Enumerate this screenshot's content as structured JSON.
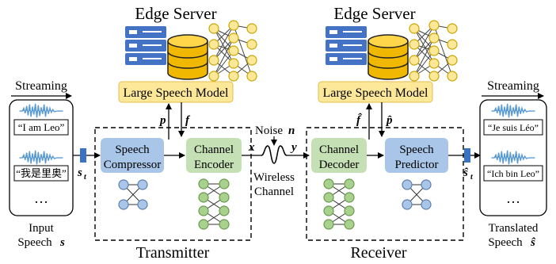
{
  "edge_server_left": "Edge Server",
  "edge_server_right": "Edge Server",
  "large_model_left": "Large Speech Model",
  "large_model_right": "Large Speech Model",
  "streaming_left": "Streaming",
  "streaming_right": "Streaming",
  "input_utterances": [
    "“I am Leo”",
    "“我是里奥”"
  ],
  "output_utterances": [
    "“Je suis Léo”",
    "“Ich bin Leo”"
  ],
  "ellipsis": "…",
  "input_caption": [
    "Input",
    "Speech"
  ],
  "input_symbol": "s",
  "output_caption": [
    "Translated",
    "Speech"
  ],
  "output_symbol": "ŝ",
  "st_in": "s",
  "st_in_sub": "t",
  "st_out": "ŝ",
  "st_out_sub": "t",
  "speech_compressor": [
    "Speech",
    "Compressor"
  ],
  "channel_encoder": [
    "Channel",
    "Encoder"
  ],
  "channel_decoder": [
    "Channel",
    "Decoder"
  ],
  "speech_predictor": [
    "Speech",
    "Predictor"
  ],
  "p_label": "p",
  "f_label": "f",
  "f_hat_label": "f̂",
  "p_hat_label": "p̂",
  "x_label": "x",
  "y_label": "y",
  "noise_label": "Noise",
  "noise_symbol": "n",
  "wireless_channel": [
    "Wireless",
    "Channel"
  ],
  "transmitter": "Transmitter",
  "receiver": "Receiver",
  "colors": {
    "speech_blue": "#5b9bd5",
    "box_blue": "#a9c6e8",
    "box_green": "#c5e0b4",
    "node_green": "#a9d18e",
    "model_yellow": "#fde89a",
    "server_blue": "#4472c4",
    "db_gold": "#f0b800"
  }
}
